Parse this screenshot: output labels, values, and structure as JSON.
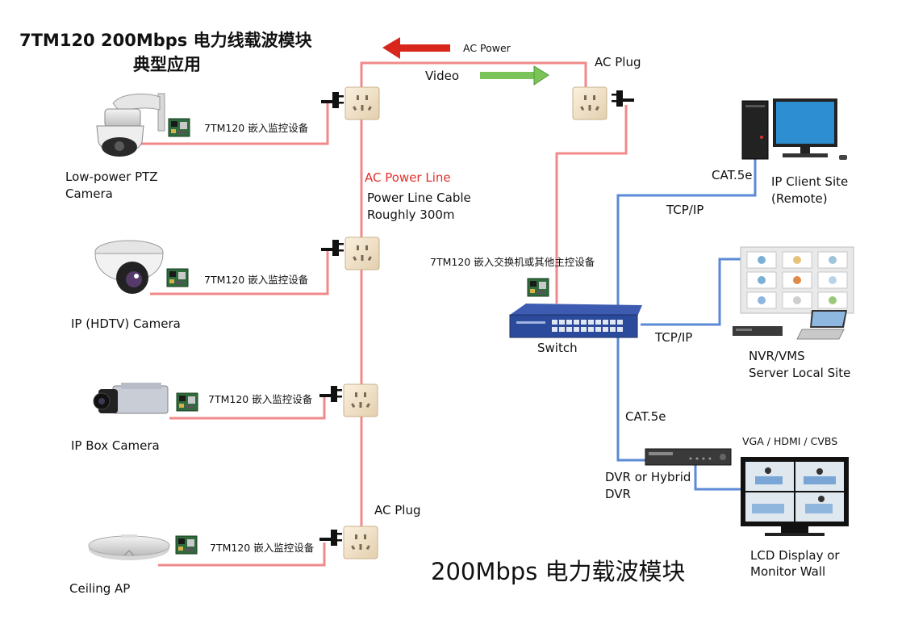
{
  "title": {
    "line1": "7TM120  200Mbps 电力线载波模块",
    "line2": "典型应用"
  },
  "top": {
    "ac_power": "AC Power",
    "video": "Video",
    "ac_plug": "AC Plug"
  },
  "center": {
    "ac_power_line": "AC Power Line",
    "cable_line1": "Power Line Cable",
    "cable_line2": "Roughly 300m",
    "ac_plug_bottom": "AC Plug",
    "switch_module": "7TM120 嵌入交换机或其他主控设备",
    "footer": "200Mbps 电力载波模块"
  },
  "devices": {
    "ptz": {
      "label1": "Low-power PTZ",
      "label2": "Camera",
      "module": "7TM120 嵌入监控设备"
    },
    "hdtv": {
      "label": "IP (HDTV) Camera",
      "module": "7TM120 嵌入监控设备"
    },
    "box": {
      "label": "IP Box Camera",
      "module": "7TM120 嵌入监控设备"
    },
    "ap": {
      "label": "Ceiling AP",
      "module": "7TM120 嵌入监控设备"
    }
  },
  "network": {
    "switch": "Switch",
    "cat5e_top": "CAT.5e",
    "tcpip_top": "TCP/IP",
    "client_label1": "IP Client Site",
    "client_label2": "(Remote)",
    "tcpip_mid": "TCP/IP",
    "nvr_label1": "NVR/VMS",
    "nvr_label2": "Server Local Site",
    "cat5e_bottom": "CAT.5e",
    "dvr_label1": "DVR or Hybrid",
    "dvr_label2": "DVR",
    "video_out": "VGA / HDMI / CVBS",
    "lcd_label1": "LCD Display or",
    "lcd_label2": "Monitor Wall"
  },
  "colors": {
    "power_line": "#f08a8a",
    "network_line": "#5b8ad6",
    "arrow_red": "#d9261c",
    "arrow_green": "#7cc35a",
    "outlet": "#f3e6cf"
  }
}
